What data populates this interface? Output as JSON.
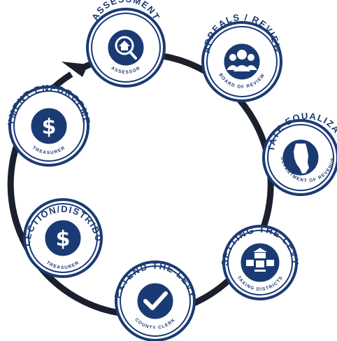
{
  "stages": [
    {
      "id": "assessment",
      "title": "ASSESSMENT",
      "subtitle": "ASSESSOR",
      "icon": "magnifier-house-icon"
    },
    {
      "id": "appeals",
      "title": "APPEALS / REVIEW",
      "subtitle": "BOARD OF REVIEW",
      "icon": "people-group-icon"
    },
    {
      "id": "equalization",
      "title": "STATE EQUALIZATION",
      "subtitle": "DEPARTMENT OF REVENUE",
      "icon": "illinois-map-icon"
    },
    {
      "id": "levy",
      "title": "SETTING THE LEVY",
      "subtitle": "TAXING DISTRICTS",
      "icon": "civic-buildings-icon"
    },
    {
      "id": "extend",
      "title": "EXTEND THE LEVY",
      "subtitle": "COUNTY CLERK",
      "icon": "checkmark-icon"
    },
    {
      "id": "collection",
      "title": "COLLECTION/DISTRIBUTION",
      "subtitle": "TREASURER",
      "icon": "dollar-icon"
    },
    {
      "id": "enforcement",
      "title": "PAYMENT ENFORCEMENT",
      "subtitle": "TREASURER",
      "icon": "dollar-icon"
    }
  ],
  "dollar_glyph": "$",
  "colors": {
    "navy": "#1a3a73",
    "ring": "#1b1f2e",
    "background": "#ffffff"
  }
}
